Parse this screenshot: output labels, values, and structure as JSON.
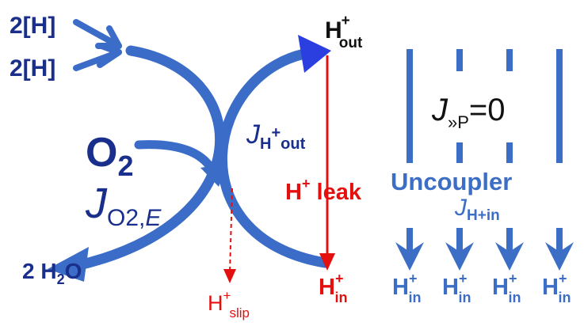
{
  "colors": {
    "blue_arrow": "#3a6cc8",
    "dark_blue_text": "#1a2f8c",
    "uncoupler_blue": "#3d6ec6",
    "red": "#e41010",
    "panel_bg": "#ffffff"
  },
  "labels": {
    "input_top": "2[H]",
    "input_bottom": "2[H]",
    "oxygen": "O",
    "oxygen_sub": "2",
    "flux_o2_main": "J",
    "flux_o2_sub": "O2,",
    "flux_o2_sub_italic": "E",
    "water_main": "2 H",
    "water_sub": "2",
    "water_end": "O",
    "h_out_main": "H",
    "h_out_sup": "+",
    "h_out_sub": "out",
    "flux_hout_main": "J",
    "flux_hout_sub": "H",
    "flux_hout_sup": "+",
    "flux_hout_sub2": "out",
    "leak_main": "H",
    "leak_sup": "+",
    "leak_text": " leak",
    "h_in_main": "H",
    "h_in_sup": "+",
    "h_in_sub": "in",
    "slip_main": "H",
    "slip_sup": "+",
    "slip_sub": "slip",
    "jp_main": "J",
    "jp_sub": "»P",
    "jp_value": "=0",
    "uncoupler": "Uncoupler",
    "flux_hin_main": "J",
    "flux_hin_sub": "H+in",
    "hin_list": [
      {
        "main": "H",
        "sup": "+",
        "sub": "in"
      },
      {
        "main": "H",
        "sup": "+",
        "sub": "in"
      },
      {
        "main": "H",
        "sup": "+",
        "sub": "in"
      },
      {
        "main": "H",
        "sup": "+",
        "sub": "in"
      }
    ]
  }
}
